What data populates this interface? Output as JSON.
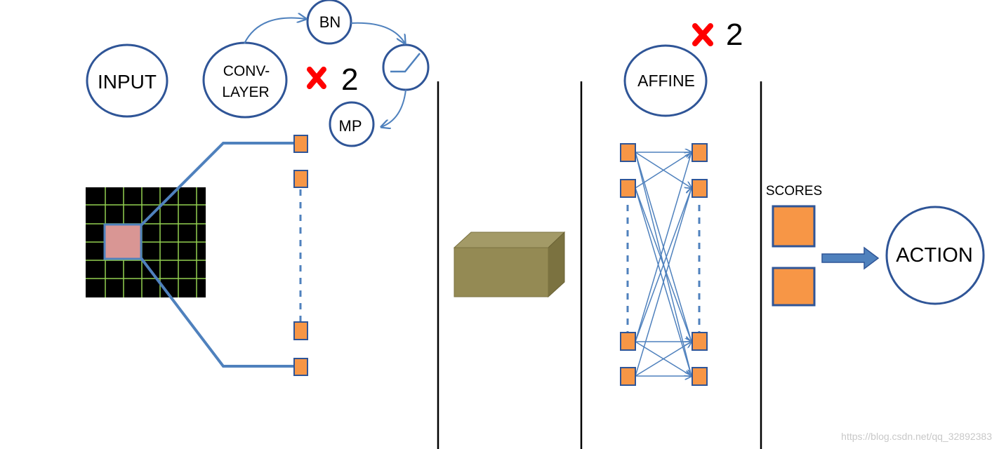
{
  "nodes": {
    "input": "INPUT",
    "conv_line1": "CONV-",
    "conv_line2": "LAYER",
    "bn": "BN",
    "mp": "MP",
    "affine": "AFFINE",
    "action": "ACTION"
  },
  "repeat": {
    "conv_count": "2",
    "affine_count": "2"
  },
  "labels": {
    "scores": "SCORES"
  },
  "watermark": "https://blog.csdn.net/qq_32892383",
  "colors": {
    "circle_stroke": "#2f5597",
    "line_blue": "#4f81bd",
    "node_orange": "#f79646",
    "cross_red": "#ff0000",
    "grid_bg": "#000000",
    "grid_line": "#92d050",
    "receptive_field": "#d99694",
    "box_front": "#948a54",
    "box_top": "#a39a67",
    "box_side": "#7b7240"
  },
  "icons": [
    "relu-activation-icon",
    "red-cross-multiply-icon",
    "right-arrow-icon"
  ]
}
